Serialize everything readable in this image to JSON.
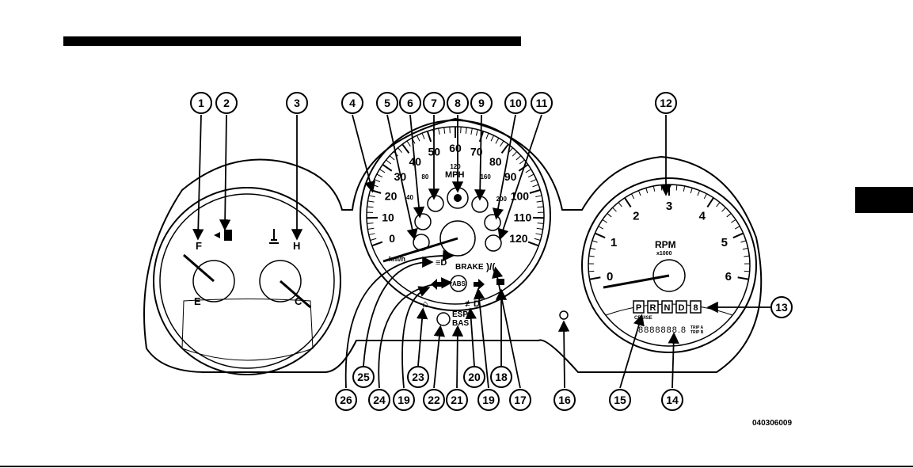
{
  "callouts_top": [
    "1",
    "2",
    "3",
    "4",
    "5",
    "6",
    "7",
    "8",
    "9",
    "10",
    "11",
    "12"
  ],
  "callouts_bottom": [
    "26",
    "25",
    "24",
    "19",
    "23",
    "22",
    "21",
    "20",
    "19",
    "18",
    "17",
    "16",
    "15",
    "14"
  ],
  "callout_13": "13",
  "fuel_gauge": {
    "full": "F",
    "empty": "E"
  },
  "temp_gauge": {
    "hot": "H",
    "cold": "C"
  },
  "speedometer": {
    "mph_label": "MPH",
    "kmh_label": "km/h",
    "mph_ticks": [
      "0",
      "10",
      "20",
      "30",
      "40",
      "50",
      "60",
      "70",
      "80",
      "90",
      "100",
      "110",
      "120"
    ],
    "kmh_ticks": [
      "40",
      "80",
      "120",
      "160",
      "200"
    ]
  },
  "tachometer": {
    "label": "RPM",
    "multiplier": "x1000",
    "ticks": [
      "0",
      "1",
      "2",
      "3",
      "4",
      "5",
      "6"
    ]
  },
  "gear_selector": [
    "P",
    "R",
    "N",
    "D",
    "8"
  ],
  "cruise_label": "CRUISE",
  "odometer_text": "8888888.8",
  "trip_a": "TRIP A",
  "trip_b": "TRIP B",
  "brake_label": "BRAKE",
  "abs_label": "ABS",
  "esp_label": "ESP",
  "bas_label": "BAS",
  "figure_code": "040306009"
}
